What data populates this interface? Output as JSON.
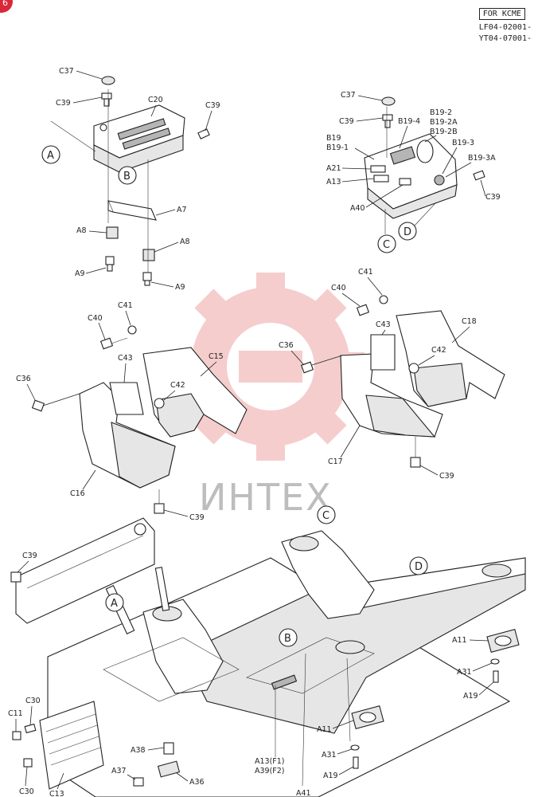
{
  "header": {
    "model": "FOR KCME",
    "serials": [
      "LF04-02001-",
      "YT04-07001-"
    ]
  },
  "badge": "6",
  "watermark": "ИНТЕХ",
  "labels": {
    "C37a": "C37",
    "C39a": "C39",
    "C20": "C20",
    "C39b": "C39",
    "A7": "A7",
    "A8a": "A8",
    "A8b": "A8",
    "A9a": "A9",
    "A9b": "A9",
    "C37b": "C37",
    "C39c": "C39",
    "B19_4": "B19-4",
    "B19_2": "B19-2",
    "B19_2A": "B19-2A",
    "B19_2B": "B19-2B",
    "B19": "B19",
    "B19_1": "B19-1",
    "B19_3": "B19-3",
    "B19_3A": "B19-3A",
    "A21": "A21",
    "A13": "A13",
    "C39d": "C39",
    "A40": "A40",
    "C40a": "C40",
    "C41a": "C41",
    "C43a": "C43",
    "C36a": "C36",
    "C15": "C15",
    "C42a": "C42",
    "C16": "C16",
    "C39e": "C39",
    "C40b": "C40",
    "C41b": "C41",
    "C43b": "C43",
    "C18": "C18",
    "C36b": "C36",
    "C42b": "C42",
    "C17": "C17",
    "C39f": "C39",
    "C39g": "C39",
    "A11a": "A11",
    "A31a": "A31",
    "A19a": "A19",
    "C11": "C11",
    "C30a": "C30",
    "C30b": "C30",
    "C13": "C13",
    "A38": "A38",
    "A37": "A37",
    "A36": "A36",
    "A13F1": "A13(F1)",
    "A39F2": "A39(F2)",
    "A41": "A41",
    "A11b": "A11",
    "A31b": "A31",
    "A19b": "A19"
  },
  "callouts": {
    "A_top": "A",
    "B_top": "B",
    "C_top": "C",
    "D_top": "D",
    "C_bottom": "C",
    "D_bottom": "D",
    "A_bottom": "A",
    "B_bottom": "B"
  },
  "colors": {
    "ink": "#222222",
    "badge": "#d8283a",
    "watermark_gear": "#f4c5c5",
    "watermark_text": "#bdbdbd"
  }
}
